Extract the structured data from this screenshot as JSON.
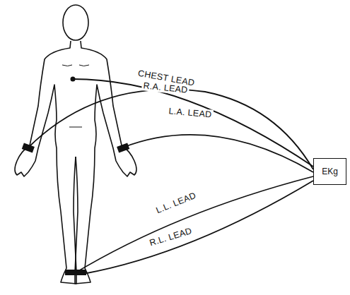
{
  "diagram": {
    "nodes": [
      {
        "text": [
          "EKg"
        ]
      }
    ],
    "labels": [
      "CHEST LEAD",
      "R.A. LEAD",
      "L.A. LEAD",
      "L.L. LEAD",
      "R.L. LEAD"
    ]
  }
}
